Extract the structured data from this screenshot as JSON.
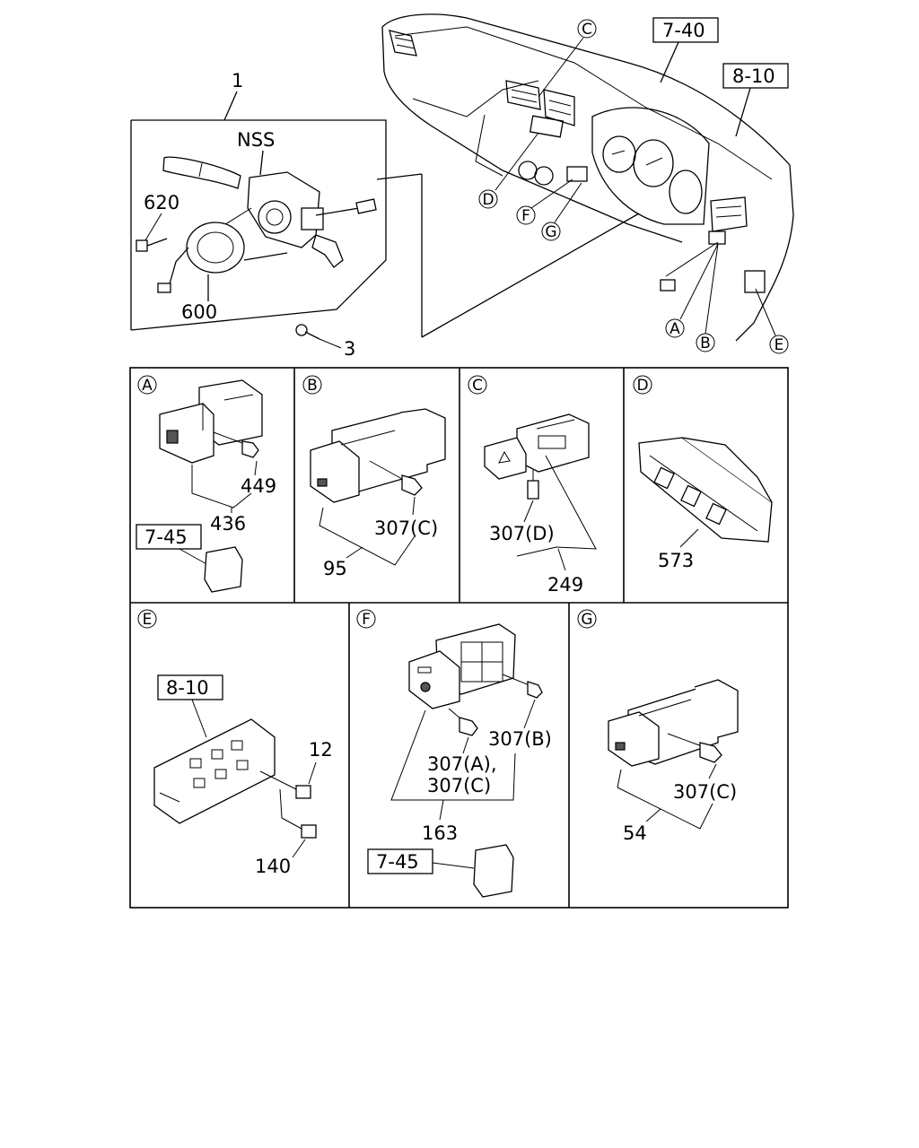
{
  "top": {
    "labels": {
      "switch_assy": "1",
      "nss": "NSS",
      "bolt": "620",
      "coil": "600",
      "screw": "3"
    },
    "ref_boxes": {
      "instrument_panel": "7-40",
      "ref_8_10": "8-10"
    },
    "callouts": [
      "C",
      "D",
      "F",
      "G",
      "A",
      "B",
      "E"
    ]
  },
  "panels": [
    {
      "key": "A",
      "circle": "A",
      "refbox": "7-45",
      "numbers": [
        "449",
        "436"
      ]
    },
    {
      "key": "B",
      "circle": "B",
      "numbers": [
        "307(C)",
        "95"
      ]
    },
    {
      "key": "C",
      "circle": "C",
      "numbers": [
        "307(D)",
        "249"
      ]
    },
    {
      "key": "D",
      "circle": "D",
      "numbers": [
        "573"
      ]
    },
    {
      "key": "E",
      "circle": "E",
      "refbox": "8-10",
      "numbers": [
        "12",
        "140"
      ]
    },
    {
      "key": "F",
      "circle": "F",
      "refbox": "7-45",
      "numbers": [
        "307(B)",
        "307(A),",
        "307(C)",
        "163"
      ]
    },
    {
      "key": "G",
      "circle": "G",
      "numbers": [
        "307(C)",
        "54"
      ]
    }
  ]
}
